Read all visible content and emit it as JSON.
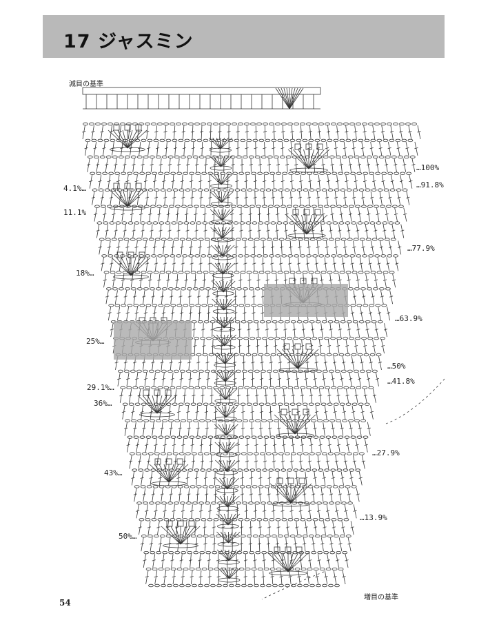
{
  "header": {
    "title": "17 ジャスミン"
  },
  "labels": {
    "decrease_base": "減目の基準",
    "increase_base": "増目の基準"
  },
  "percent_left": [
    "4.1%…",
    "11.1%",
    "18%…",
    "25%…",
    "29.1%…",
    "36%…",
    "43%…",
    "50%…"
  ],
  "percent_right": [
    "…100%",
    "…91.8%",
    "…77.9%",
    "…63.9%",
    "…50%",
    "…41.8%",
    "…27.9%",
    "…13.9%"
  ],
  "page_number": "54"
}
